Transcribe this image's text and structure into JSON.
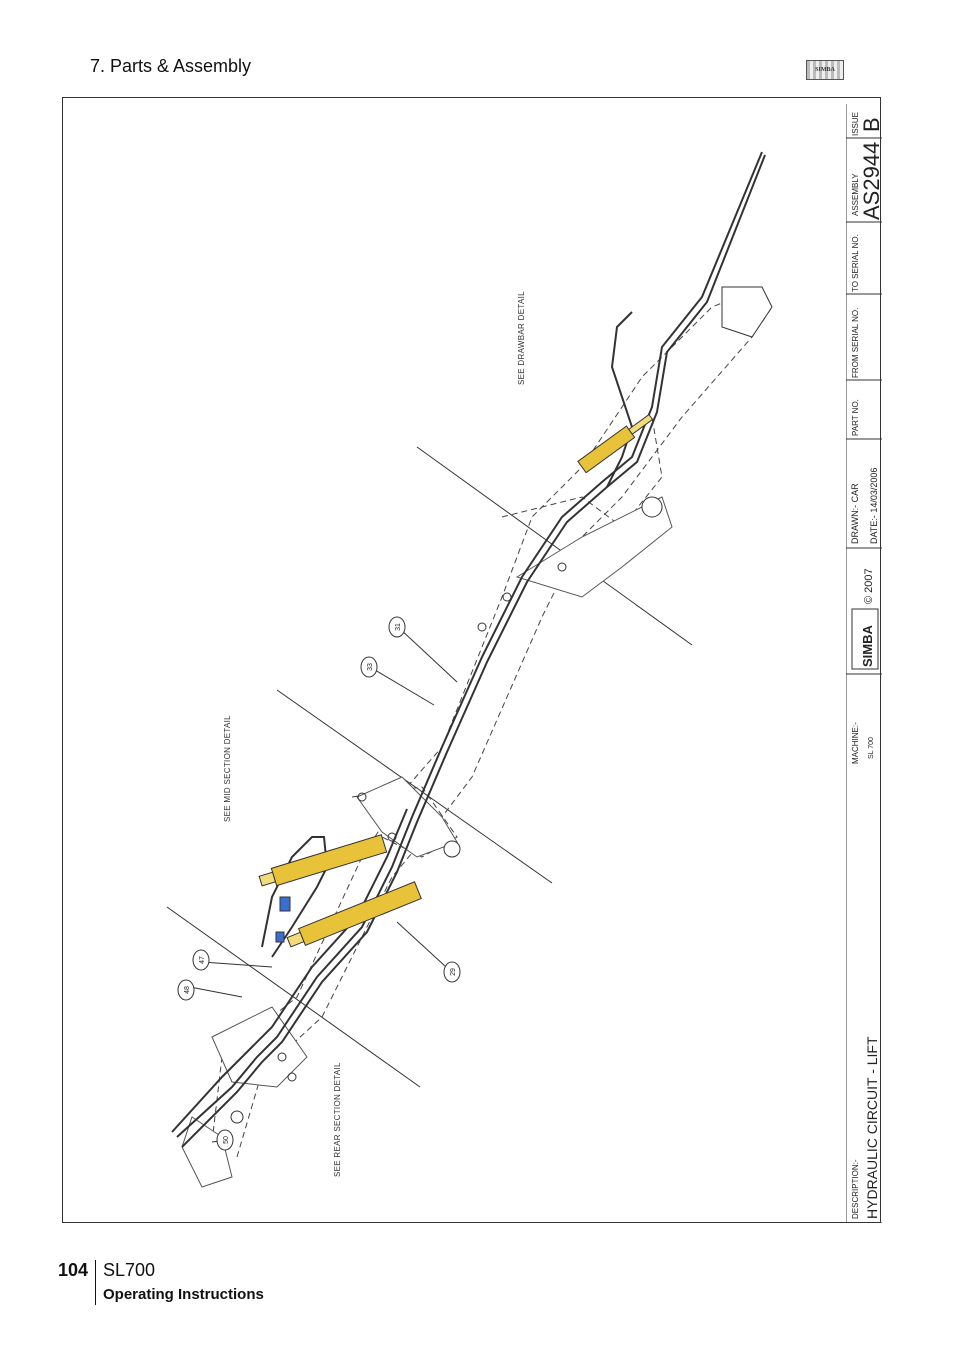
{
  "header": {
    "section_title": "7. Parts & Assembly",
    "logo_text": "SIMBA"
  },
  "drawing": {
    "notes": {
      "drawbar": "SEE DRAWBAR DETAIL",
      "mid": "SEE MID SECTION DETAIL",
      "rear": "SEE REAR SECTION DETAIL"
    },
    "callouts": [
      "31",
      "33",
      "47",
      "48",
      "29",
      "50"
    ]
  },
  "title_block": {
    "issue_label": "ISSUE",
    "issue_value": "B",
    "assembly_label": "ASSEMBLY",
    "assembly_value": "AS2944",
    "to_serial_label": "TO SERIAL NO.",
    "from_serial_label": "FROM SERIAL NO.",
    "part_no_label": "PART NO.",
    "drawn_label": "DRAWN:-  CAR",
    "date_label": "DATE:-  14/03/2006",
    "brand": "SIMBA",
    "copyright": "© 2007",
    "machine_label": "MACHINE:-",
    "machine_value": "SL 700",
    "description_label": "DESCRIPTION:-",
    "description_value": "HYDRAULIC CIRCUIT - LIFT"
  },
  "footer": {
    "page_number": "104",
    "model": "SL700",
    "subtitle": "Operating Instructions"
  },
  "colors": {
    "cylinder": "#e8c238",
    "line": "#333333",
    "valve": "#3a6fd0"
  }
}
